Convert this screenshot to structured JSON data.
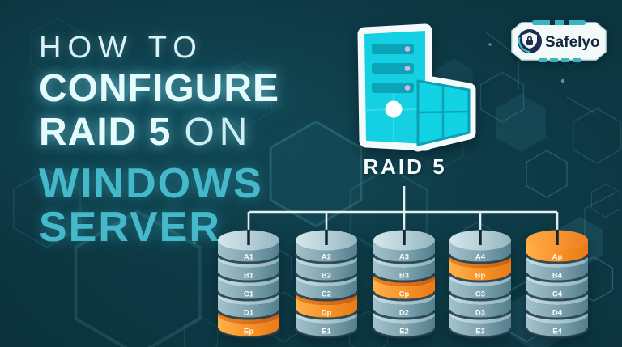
{
  "title": {
    "kicker": "HOW TO",
    "line2": "CONFIGURE",
    "line3_strong": "RAID 5",
    "line3_light": "ON",
    "line4": "WINDOWS",
    "line5": "SERVER"
  },
  "brand": {
    "name": "Safelyo",
    "icon": "shield-lock-icon"
  },
  "hero_icon": {
    "name": "server-windows-icon"
  },
  "raid_diagram": {
    "label": "RAID 5",
    "disks": [
      {
        "name": "disk-1",
        "blocks": [
          {
            "label": "A1",
            "parity": false
          },
          {
            "label": "B1",
            "parity": false
          },
          {
            "label": "C1",
            "parity": false
          },
          {
            "label": "D1",
            "parity": false
          },
          {
            "label": "Ep",
            "parity": true
          }
        ]
      },
      {
        "name": "disk-2",
        "blocks": [
          {
            "label": "A2",
            "parity": false
          },
          {
            "label": "B2",
            "parity": false
          },
          {
            "label": "C2",
            "parity": false
          },
          {
            "label": "Dp",
            "parity": true
          },
          {
            "label": "E1",
            "parity": false
          }
        ]
      },
      {
        "name": "disk-3",
        "blocks": [
          {
            "label": "A3",
            "parity": false
          },
          {
            "label": "B3",
            "parity": false
          },
          {
            "label": "Cp",
            "parity": true
          },
          {
            "label": "D2",
            "parity": false
          },
          {
            "label": "E2",
            "parity": false
          }
        ]
      },
      {
        "name": "disk-4",
        "blocks": [
          {
            "label": "A4",
            "parity": false
          },
          {
            "label": "Bp",
            "parity": true
          },
          {
            "label": "C3",
            "parity": false
          },
          {
            "label": "D3",
            "parity": false
          },
          {
            "label": "E3",
            "parity": false
          }
        ]
      },
      {
        "name": "disk-5",
        "blocks": [
          {
            "label": "Ap",
            "parity": true
          },
          {
            "label": "B4",
            "parity": false
          },
          {
            "label": "C4",
            "parity": false
          },
          {
            "label": "D4",
            "parity": false
          },
          {
            "label": "E4",
            "parity": false
          }
        ]
      }
    ]
  },
  "colors": {
    "background": "#0c3540",
    "accent_cyan": "#45b9ca",
    "title_light": "#e6fbfd",
    "parity_orange": "#f89327",
    "disk_slate": "#7fa4b0",
    "connector_white": "#edf6f7",
    "badge_navy": "#15273c",
    "icon_cyan": "#15cfe2"
  }
}
